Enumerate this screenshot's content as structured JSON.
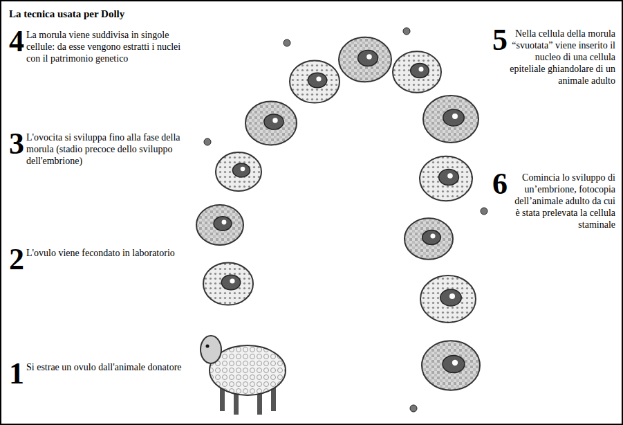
{
  "diagram": {
    "title": "La tecnica usata per Dolly",
    "labels": [
      "1",
      "Si estrae un ovulo dall'animale donatore",
      "2",
      "L'ovulo viene fecondato in laboratorio",
      "3",
      "L'ovocita si sviluppa fino alla fase della morula (stadio precoce dello sviluppo dell'embrione)",
      "4",
      "La morula viene suddivisa in singole cellule: da esse vengono estratti i nuclei con il patrimonio genetico",
      "5",
      "Nella cellula della morula “svuotata” viene inserito il nucleo di una cellula epiteliale ghiandolare di un animale adulto",
      "6",
      "Comincia lo sviluppo di un’embrione, fotocopia dell’animale adulto da cui è stata prelevata la cellula staminale"
    ]
  }
}
